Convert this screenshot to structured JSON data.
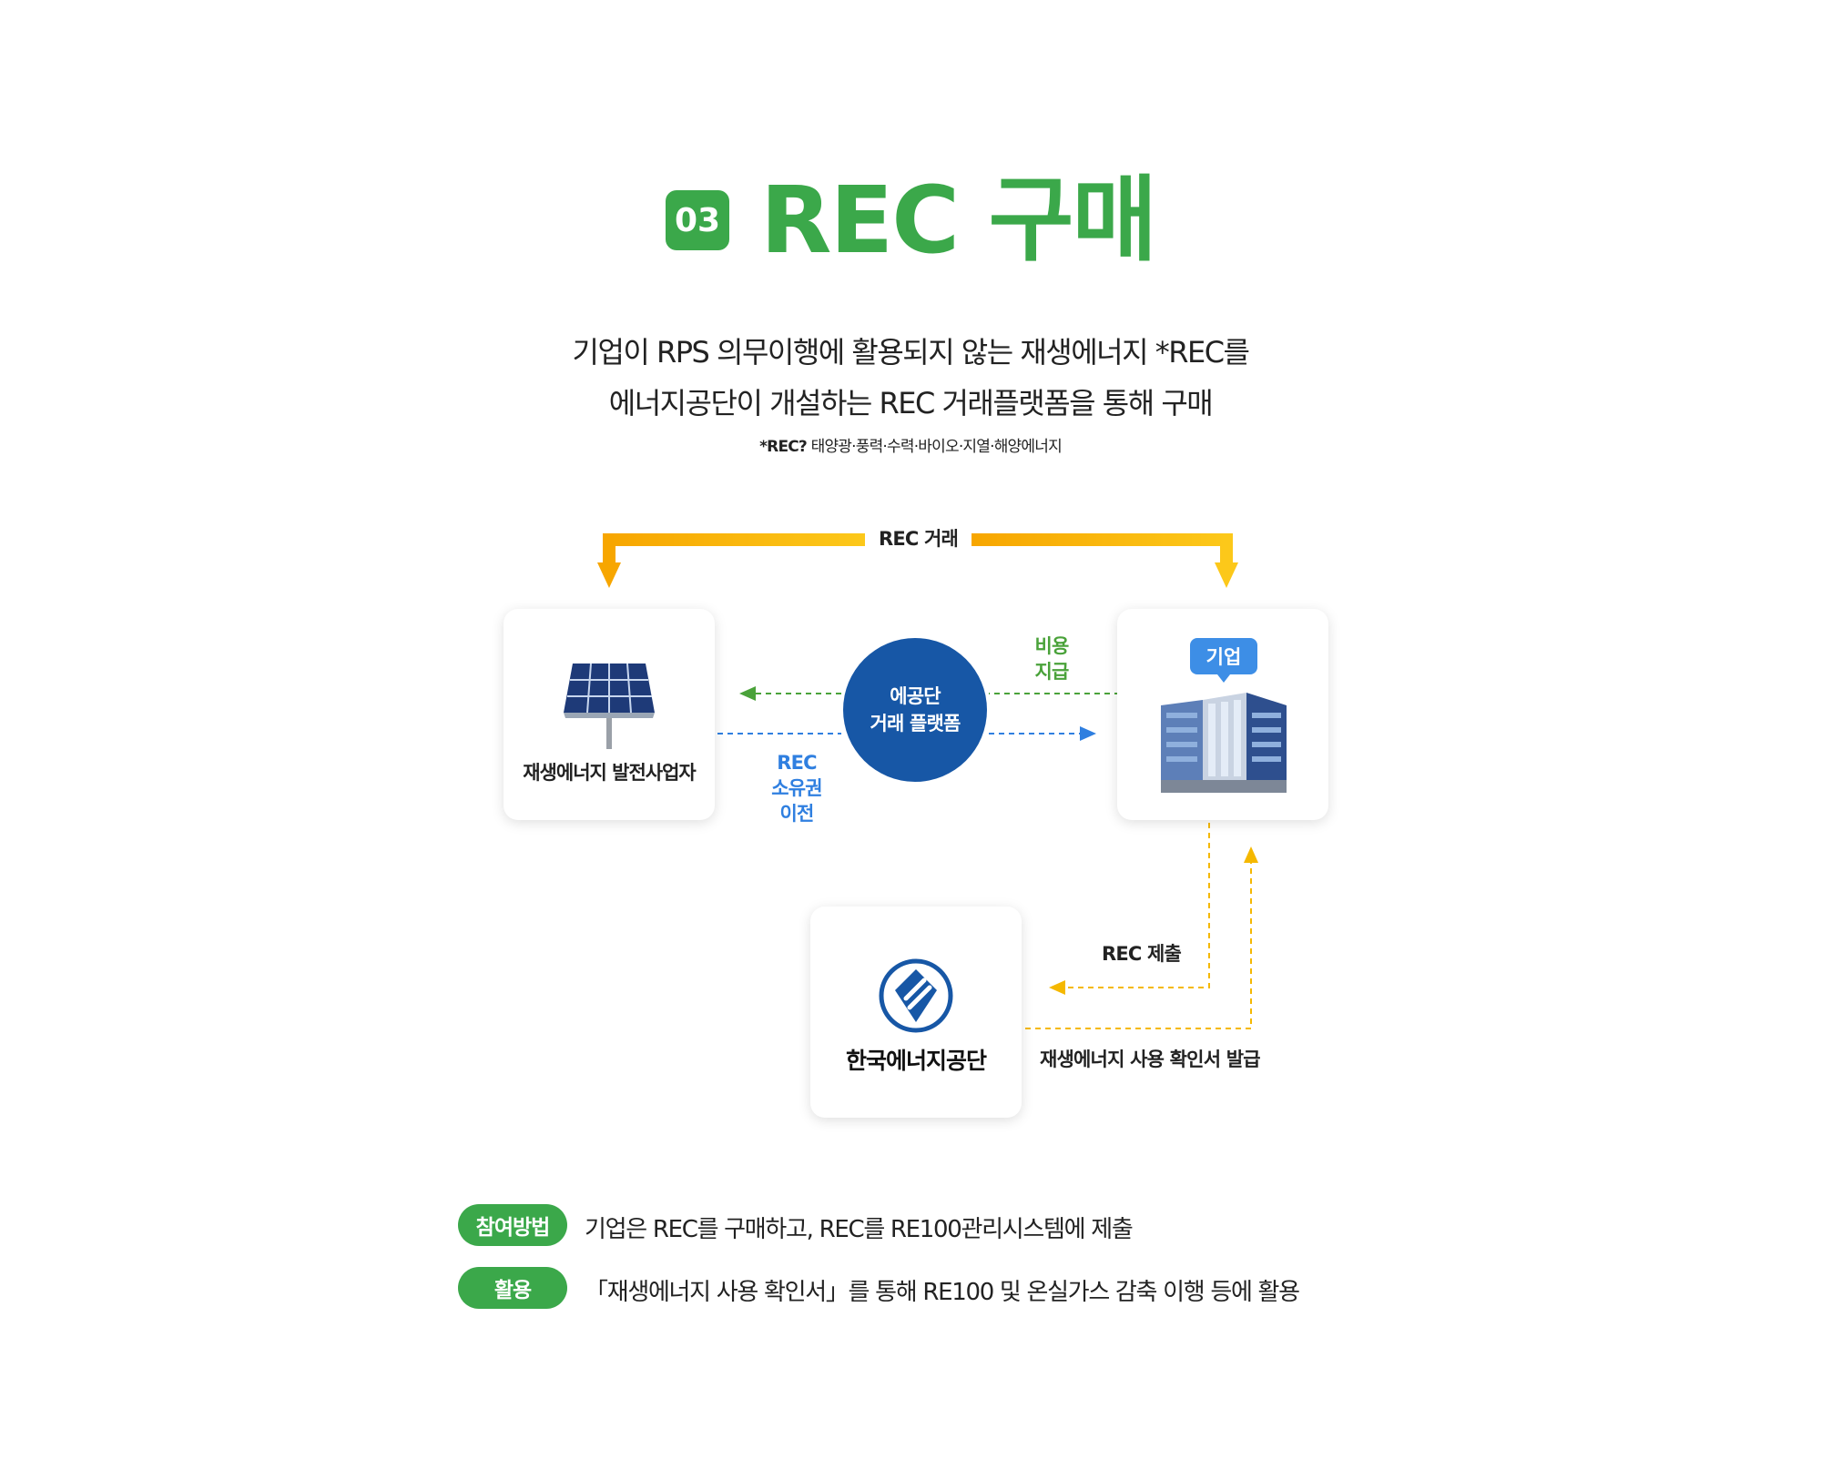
{
  "header": {
    "number": "03",
    "title": "REC 구매",
    "accent_color": "#3ba84a"
  },
  "description": {
    "line1": "기업이 RPS 의무이행에 활용되지 않는 재생에너지 *REC를",
    "line2": "에너지공단이 개설하는 REC 거래플랫폼을 통해 구매",
    "note_term": "*REC?",
    "note_text": "태양광·풍력·수력·바이오·지열·해양에너지"
  },
  "diagram": {
    "top_arrow_label": "REC 거래",
    "seller": {
      "label": "재생에너지 발전사업자",
      "icon": "solar-panel-icon"
    },
    "buyer": {
      "label": "기업",
      "icon": "office-building-icon"
    },
    "platform": {
      "line1": "에공단",
      "line2": "거래 플랫폼",
      "color": "#1757a6"
    },
    "payment": {
      "line1": "비용",
      "line2": "지급",
      "color": "#4aa23a"
    },
    "transfer": {
      "line1": "REC",
      "line2": "소유권",
      "line3": "이전",
      "color": "#2f7fe0"
    },
    "agency": {
      "label": "한국에너지공단",
      "icon": "kea-logo-icon"
    },
    "rec_submit": "REC 제출",
    "certificate": "재생에너지 사용 확인서 발급",
    "arrow_color": "#f5b800"
  },
  "footer": {
    "method_label": "참여방법",
    "method_text": "기업은 REC를 구매하고, REC를 RE100관리시스템에 제출",
    "usage_label": "활용",
    "usage_text": "「재생에너지 사용 확인서」를 통해 RE100 및 온실가스 감축 이행 등에 활용"
  }
}
